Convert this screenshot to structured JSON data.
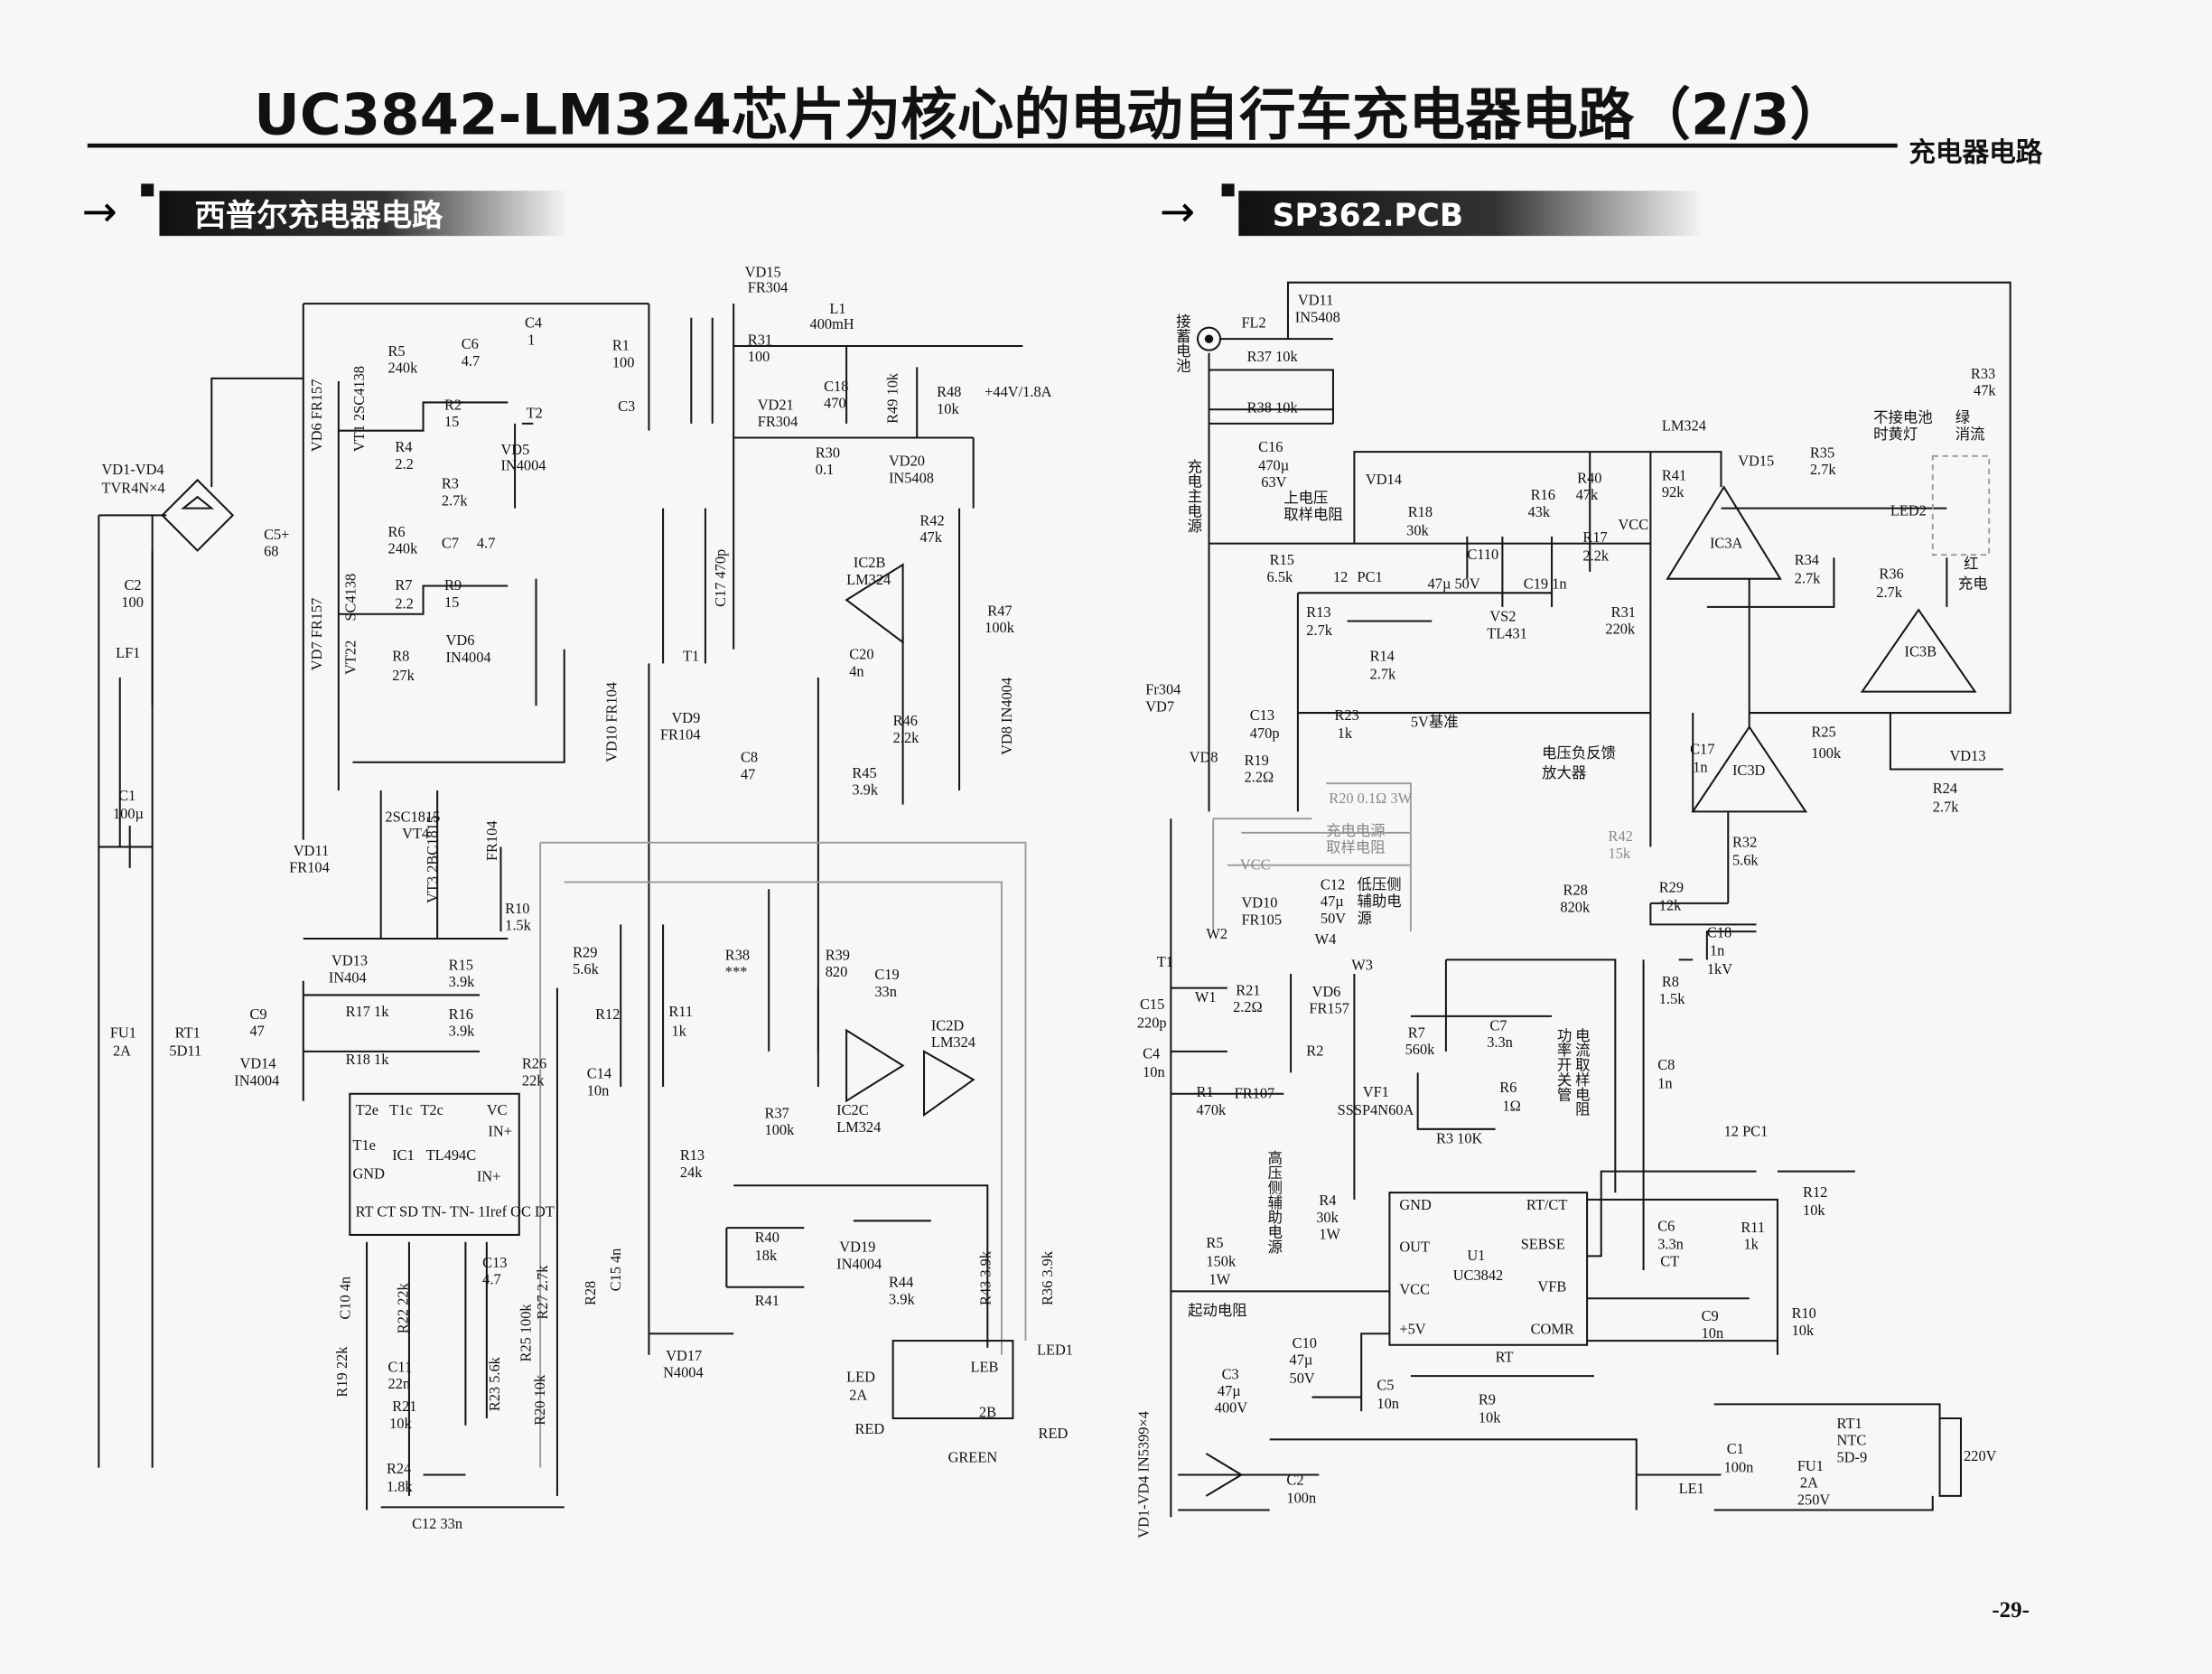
{
  "page": {
    "title": "UC3842-LM324芯片为核心的电动自行车充电器电路（2/3）",
    "category": "充电器电路",
    "page_number": "-29-"
  },
  "left_section": {
    "header": "西普尔充电器电路",
    "labels": [
      "C4",
      "1",
      "R1",
      "100",
      "C3",
      "VD15",
      "FR304",
      "L1",
      "400mH",
      "R31",
      "100",
      "C18",
      "470",
      "R49 10k",
      "R48",
      "10k",
      "+44V/1.8A",
      "VD21",
      "FR304",
      "R30",
      "0.1",
      "VD20",
      "IN5408",
      "R5",
      "240k",
      "C6",
      "4.7",
      "VD6 FR157",
      "VT1 2SC4138",
      "R4",
      "2.2",
      "R2",
      "15",
      "T2",
      "VD5",
      "IN4004",
      "R3",
      "2.7k",
      "VD1-VD4",
      "TVR4N×4",
      "C5+",
      "68",
      "R6",
      "240k",
      "C7",
      "4.7",
      "R7",
      "2.2",
      "R9",
      "15",
      "VD6",
      "IN4004",
      "R8",
      "27k",
      "VD7 FR157",
      "VT22",
      "SC4138",
      "C2",
      "100",
      "LF1",
      "C1",
      "100µ",
      "FU1",
      "2A",
      "RT1",
      "5D11",
      "T1",
      "C17 470p",
      "IC2B",
      "LM324",
      "R42",
      "47k",
      "C20",
      "4n",
      "R47",
      "100k",
      "R46",
      "2.2k",
      "VD8 IN4004",
      "VD10 FR104",
      "VD9",
      "FR104",
      "C8",
      "47",
      "R45",
      "3.9k",
      "2SC1815",
      "VT4",
      "VD11",
      "FR104",
      "VT3 2BC1815",
      "FR104",
      "R10",
      "1.5k",
      "VD13",
      "IN404",
      "R15",
      "3.9k",
      "C9",
      "47",
      "R17 1k",
      "R16",
      "3.9k",
      "R29",
      "5.6k",
      "R12",
      "R11",
      "1k",
      "R38",
      "***",
      "R39",
      "820",
      "C19",
      "33n",
      "IC2D",
      "LM324",
      "VD14",
      "IN4004",
      "R18 1k",
      "R26",
      "22k",
      "C14",
      "10n",
      "IC2C",
      "LM324",
      "R37",
      "100k",
      "IC1",
      "TL494C",
      "T2e",
      "T1c",
      "T2c",
      "VC",
      "T1e",
      "GND",
      "IN+",
      "IN+",
      "RT  CT  SD  TN-  TN-  1Iref  OC  DT",
      "R13",
      "24k",
      "R40",
      "18k",
      "R41",
      "VD19",
      "IN4004",
      "R44",
      "3.9k",
      "R43 3.9k",
      "R36 3.9k",
      "C10 4n",
      "R22 22k",
      "C13",
      "4.7",
      "R27 2.7k",
      "R28",
      "C15 4n",
      "R25 100k",
      "R19 22k",
      "C11",
      "22n",
      "R23 5.6k",
      "R21",
      "10k",
      "R20 10k",
      "VD17",
      "N4004",
      "LED",
      "2A",
      "LEB",
      "2B",
      "LED1",
      "RED",
      "GREEN",
      "RED",
      "R24",
      "1.8k",
      "C12  33n"
    ]
  },
  "right_section": {
    "header": "SP362.PCB",
    "labels": [
      "接蓄电池",
      "FL2",
      "VD11",
      "IN5408",
      "R37 10k",
      "R38 10k",
      "C16",
      "470µ",
      "63V",
      "充电主电源",
      "LM324",
      "R33",
      "47k",
      "不接电池",
      "时黄灯",
      "绿",
      "消流",
      "VD14",
      "上电压",
      "取样电阻",
      "R40",
      "47k",
      "R41",
      "92k",
      "VD15",
      "R35",
      "2.7k",
      "R16",
      "43k",
      "R18",
      "30k",
      "R17",
      "2.2k",
      "VCC",
      "IC3A",
      "LED2",
      "R15",
      "6.5k",
      "C110",
      "12",
      "PC1",
      "47µ 50V",
      "C19 1n",
      "R34",
      "2.7k",
      "R36",
      "2.7k",
      "红",
      "充电",
      "R13",
      "2.7k",
      "VS2",
      "TL431",
      "R31",
      "220k",
      "R14",
      "2.7k",
      "IC3B",
      "Fr304",
      "VD7",
      "C13",
      "470p",
      "R23",
      "1k",
      "5V基准",
      "VD8",
      "R19",
      "2.2Ω",
      "电压负反馈",
      "放大器",
      "C17",
      "1n",
      "IC3D",
      "R25",
      "100k",
      "VD13",
      "R24",
      "2.7k",
      "R20 0.1Ω  3W",
      "充电电源",
      "取样电阻",
      "VCC",
      "R42",
      "15k",
      "R32",
      "5.6k",
      "C12",
      "47µ",
      "50V",
      "低压侧",
      "辅助电",
      "源",
      "VD10",
      "FR105",
      "W2",
      "W4",
      "R28",
      "820k",
      "R29",
      "12k",
      "C18",
      "1n",
      "1kV",
      "T1",
      "W3",
      "W1",
      "R21",
      "2.2Ω",
      "VD6",
      "FR157",
      "R8",
      "1.5k",
      "C15",
      "220p",
      "C4",
      "10n",
      "R2",
      "R7",
      "560k",
      "C7",
      "3.3n",
      "功率开关管",
      "电流取样电阻",
      "C8",
      "1n",
      "R1",
      "470k",
      "FR107",
      "VF1",
      "SSSP4N60A",
      "R6",
      "1Ω",
      "R3 10K",
      "12 PC1",
      "R12",
      "10k",
      "高压侧辅助电源",
      "GND",
      "RT/CT",
      "OUT",
      "SEBSE",
      "U1",
      "UC3842",
      "VCC",
      "VFB",
      "+5V",
      "COMR",
      "R4",
      "30k",
      "1W",
      "R5",
      "150k",
      "1W",
      "起动电阻",
      "C6",
      "3.3n",
      "CT",
      "R11",
      "1k",
      "C9",
      "10n",
      "R10",
      "10k",
      "C10",
      "47µ",
      "50V",
      "RT",
      "R9",
      "10k",
      "C5",
      "10n",
      "C3",
      "47µ",
      "400V",
      "VD1-VD4 IN5399×4",
      "C2",
      "100n",
      "RT1",
      "NTC",
      "5D-9",
      "C1",
      "100n",
      "FU1",
      "2A",
      "250V",
      "LE1",
      "220V"
    ]
  },
  "icons": {
    "section_marker": "arrow-right-icon"
  }
}
